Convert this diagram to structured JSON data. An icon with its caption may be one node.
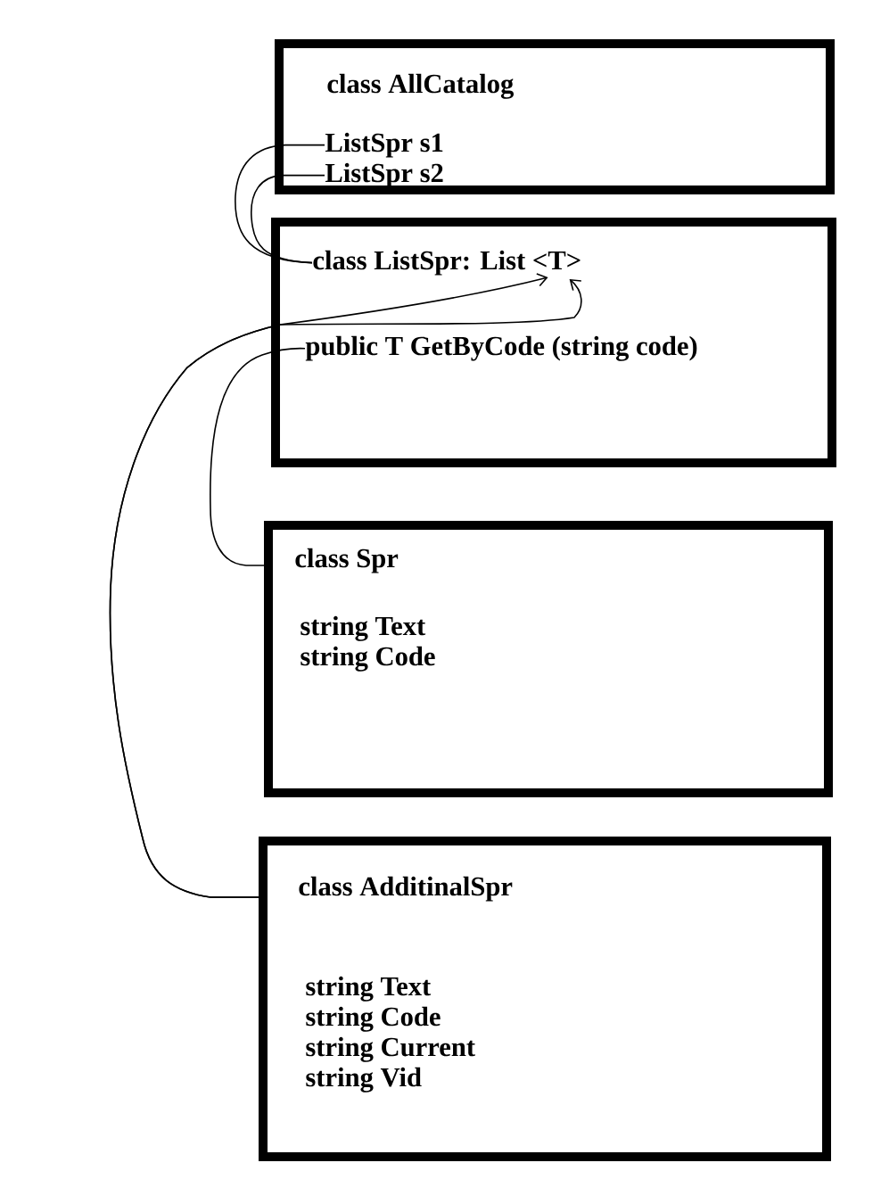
{
  "diagram": {
    "nodes": [
      {
        "text": [
          "class AllCatalog"
        ]
      },
      {
        "text": [
          "ListSpr s1"
        ],
        "in": 0
      },
      {
        "text": [
          "ListSpr s2"
        ],
        "in": 0
      },
      {
        "text": [],
        "shape": "box"
      },
      {
        "text": [
          "class ListSpr: List <T>"
        ],
        "in": 3
      },
      {
        "text": [
          "public T GetByCode (string code)"
        ],
        "in": 3
      },
      {
        "text": [
          "class Spr",
          "string Text",
          "string Code"
        ]
      },
      {
        "text": [
          "class AdditinalSpr",
          "string Text",
          "string Code",
          "string Current",
          "string Vid"
        ]
      }
    ],
    "edges": [
      {
        "from": 1,
        "to": 4,
        "arrow": "none"
      },
      {
        "from": 2,
        "to": 4,
        "arrow": "none"
      },
      {
        "from": 6,
        "to": 5,
        "arrow": "none"
      },
      {
        "from": 7,
        "to": 4,
        "arrow": "to"
      },
      {
        "from": 7,
        "to": 4,
        "arrow": "to"
      }
    ]
  }
}
